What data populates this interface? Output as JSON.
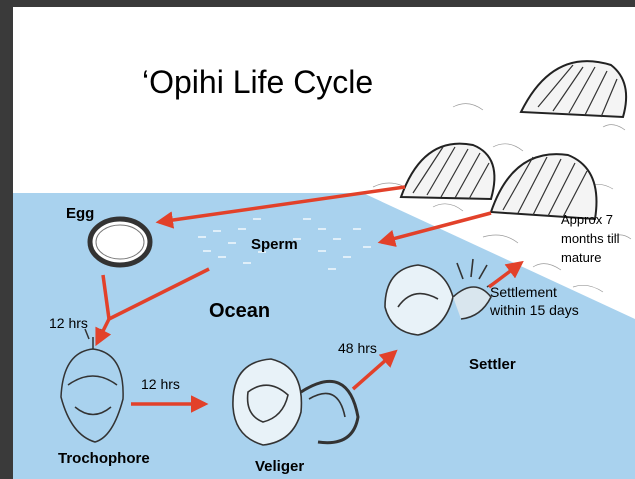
{
  "title": "‘Opihi Life Cycle",
  "ocean_label": "Ocean",
  "stages": {
    "egg": "Egg",
    "sperm": "Sperm",
    "trochophore": "Trochophore",
    "veliger": "Veliger",
    "settler": "Settler"
  },
  "timings": {
    "egg_to_trochophore": "12 hrs",
    "trochophore_to_veliger": "12 hrs",
    "veliger_to_settler": "48 hrs",
    "settlement_line1": "Settlement",
    "settlement_line2": "within 15 days",
    "mature_line1": "Approx 7",
    "mature_line2": "months till",
    "mature_line3": "mature"
  },
  "colors": {
    "ocean": "#a9d2ee",
    "arrow": "#e2412a",
    "background": "#ffffff",
    "frame": "#3a3a3a"
  }
}
